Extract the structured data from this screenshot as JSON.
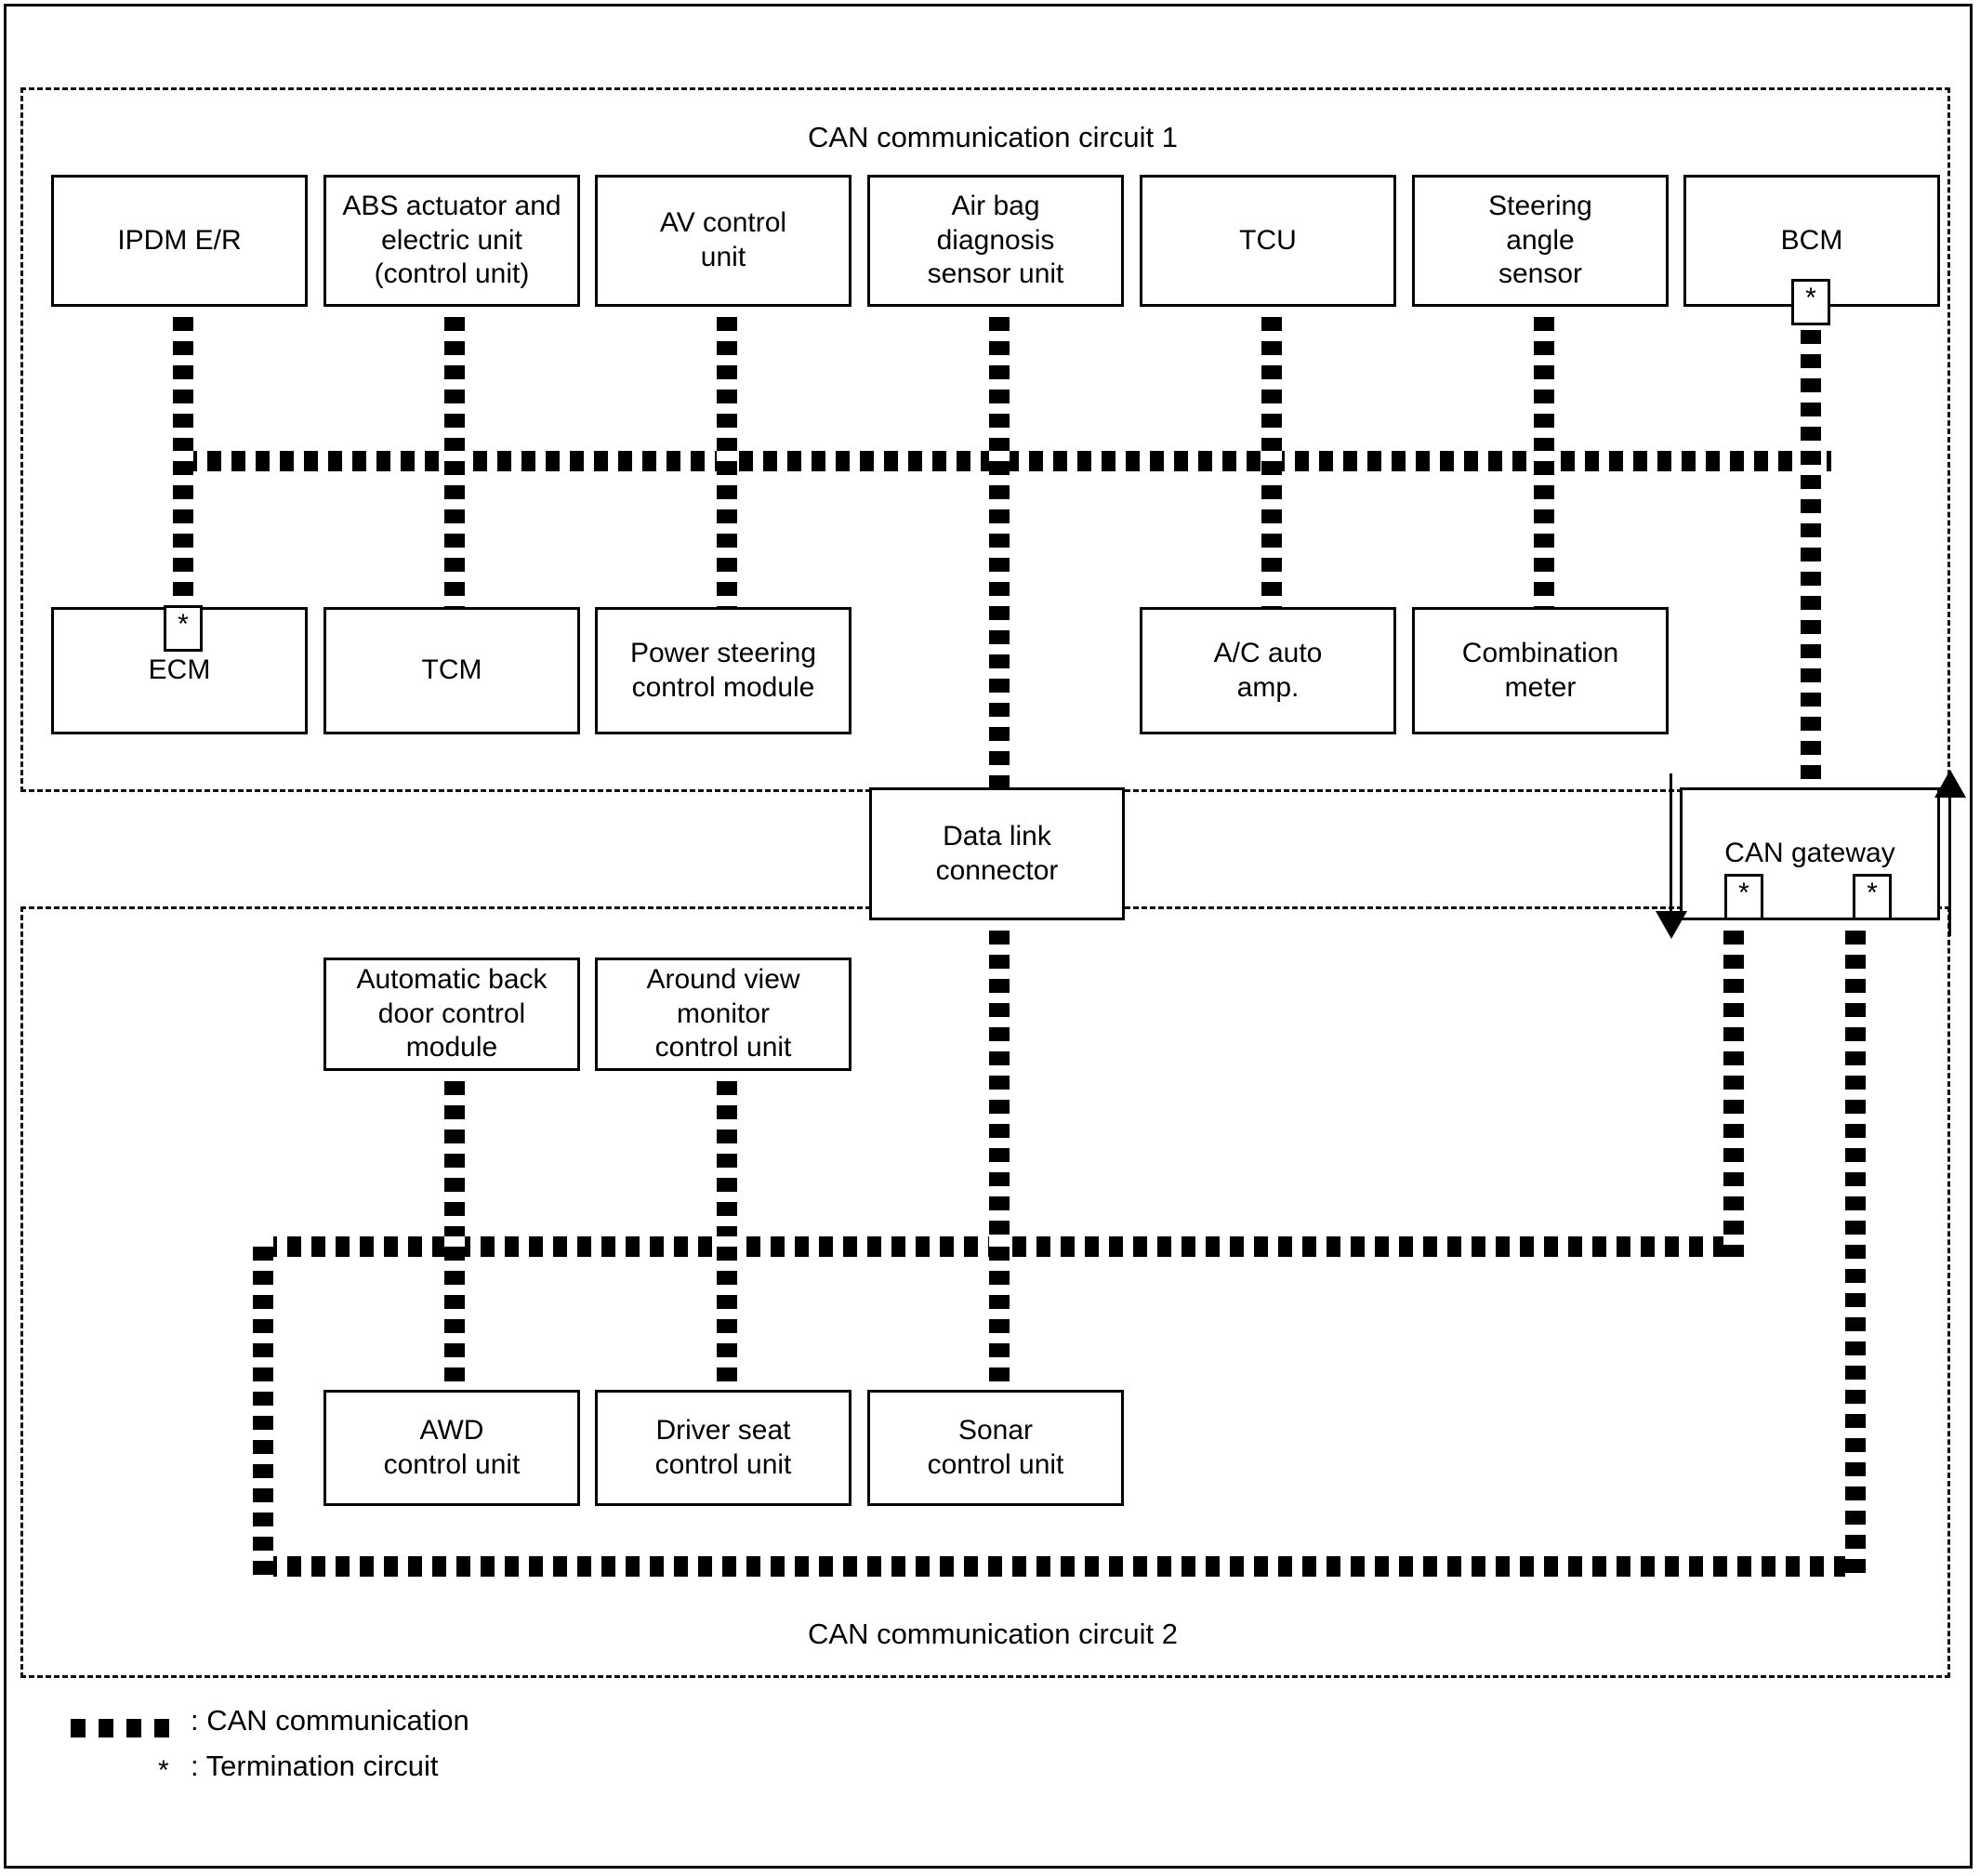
{
  "diagram": {
    "title_circuit1": "CAN communication circuit 1",
    "title_circuit2": "CAN communication circuit 2"
  },
  "circuit1": {
    "top_row": [
      {
        "label": "IPDM E/R",
        "termination": false
      },
      {
        "label": "ABS actuator and\nelectric unit\n(control unit)",
        "termination": false
      },
      {
        "label": "AV control\nunit",
        "termination": false
      },
      {
        "label": "Air bag\ndiagnosis\nsensor unit",
        "termination": false
      },
      {
        "label": "TCU",
        "termination": false
      },
      {
        "label": "Steering\nangle\nsensor",
        "termination": false
      },
      {
        "label": "BCM",
        "termination": true
      }
    ],
    "bottom_row": [
      {
        "label": "ECM",
        "termination": true
      },
      {
        "label": "TCM",
        "termination": false
      },
      {
        "label": "Power steering\ncontrol module",
        "termination": false
      },
      {
        "label": "A/C auto\namp.",
        "termination": false
      },
      {
        "label": "Combination\nmeter",
        "termination": false
      }
    ]
  },
  "middle": {
    "data_link_connector": "Data link\nconnector",
    "can_gateway": "CAN gateway",
    "gateway_terminations": [
      "*",
      "*"
    ]
  },
  "circuit2": {
    "top_row": [
      {
        "label": "Automatic back\ndoor control\nmodule"
      },
      {
        "label": "Around view\nmonitor\ncontrol unit"
      }
    ],
    "bottom_row": [
      {
        "label": "AWD\ncontrol unit"
      },
      {
        "label": "Driver seat\ncontrol unit"
      },
      {
        "label": "Sonar\ncontrol unit"
      }
    ]
  },
  "legend": {
    "can_communication": ": CAN communication",
    "termination_circuit": ": Termination circuit",
    "star_symbol": "*"
  },
  "colors": {
    "line": "#000000",
    "background": "#ffffff"
  }
}
